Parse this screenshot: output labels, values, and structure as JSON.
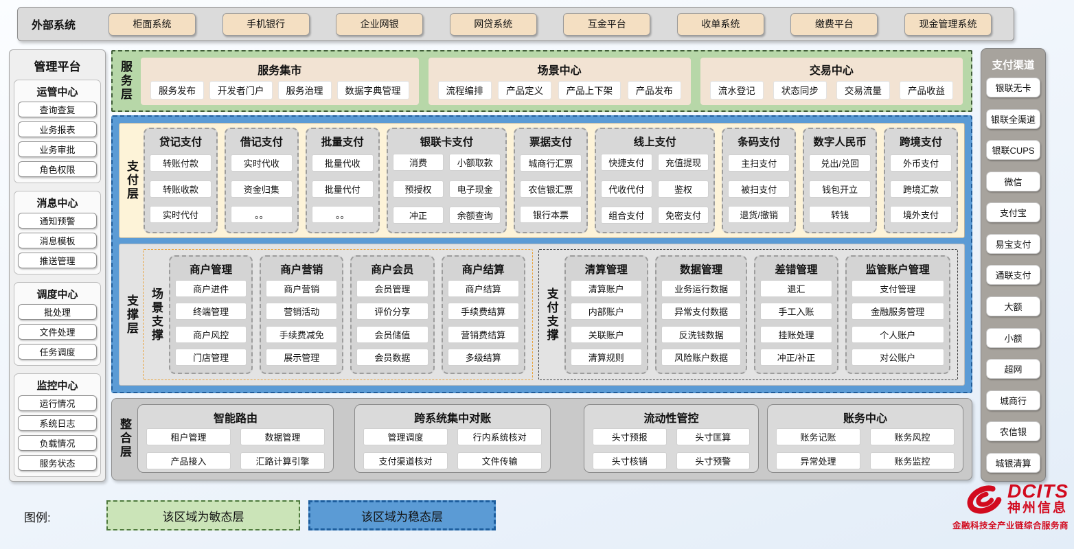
{
  "external": {
    "label": "外部系统",
    "systems": [
      "柜面系统",
      "手机银行",
      "企业网银",
      "网贷系统",
      "互金平台",
      "收单系统",
      "缴费平台",
      "现金管理系统"
    ]
  },
  "left_sidebar": {
    "title": "管理平台",
    "groups": [
      {
        "title": "运管中心",
        "items": [
          "查询查复",
          "业务报表",
          "业务审批",
          "角色权限"
        ]
      },
      {
        "title": "消息中心",
        "items": [
          "通知预警",
          "消息模板",
          "推送管理"
        ]
      },
      {
        "title": "调度中心",
        "items": [
          "批处理",
          "文件处理",
          "任务调度"
        ]
      },
      {
        "title": "监控中心",
        "items": [
          "运行情况",
          "系统日志",
          "负载情况",
          "服务状态"
        ]
      }
    ]
  },
  "service_layer": {
    "label": "服务层",
    "groups": [
      {
        "title": "服务集市",
        "items": [
          "服务发布",
          "开发者门户",
          "服务治理",
          "数据字典管理"
        ]
      },
      {
        "title": "场景中心",
        "items": [
          "流程编排",
          "产品定义",
          "产品上下架",
          "产品发布"
        ]
      },
      {
        "title": "交易中心",
        "items": [
          "流水登记",
          "状态同步",
          "交易流量",
          "产品收益"
        ]
      }
    ]
  },
  "payment_layer": {
    "label": "支付层",
    "columns": [
      {
        "title": "贷记支付",
        "cols": "1",
        "items": [
          "转账付款",
          "转账收款",
          "实时代付"
        ]
      },
      {
        "title": "借记支付",
        "cols": "1",
        "items": [
          "实时代收",
          "资金归集",
          "。。"
        ]
      },
      {
        "title": "批量支付",
        "cols": "1",
        "items": [
          "批量代收",
          "批量代付",
          "。。"
        ]
      },
      {
        "title": "银联卡支付",
        "cols": "2",
        "items": [
          "消费",
          "小额取款",
          "预授权",
          "电子现金",
          "冲正",
          "余额查询"
        ]
      },
      {
        "title": "票据支付",
        "cols": "1",
        "items": [
          "城商行汇票",
          "农信银汇票",
          "银行本票"
        ]
      },
      {
        "title": "线上支付",
        "cols": "2",
        "items": [
          "快捷支付",
          "充值提现",
          "代收代付",
          "鉴权",
          "组合支付",
          "免密支付"
        ]
      },
      {
        "title": "条码支付",
        "cols": "1",
        "items": [
          "主扫支付",
          "被扫支付",
          "退货/撤销"
        ]
      },
      {
        "title": "数字人民币",
        "cols": "1",
        "items": [
          "兑出/兑回",
          "钱包开立",
          "转钱"
        ]
      },
      {
        "title": "跨境支付",
        "cols": "1",
        "items": [
          "外币支付",
          "跨境汇款",
          "境外支付"
        ]
      }
    ]
  },
  "support_layer": {
    "label": "支撑层",
    "scene_support": {
      "label": "场景支撑",
      "columns": [
        {
          "title": "商户管理",
          "w": "",
          "items": [
            "商户进件",
            "终端管理",
            "商户风控",
            "门店管理"
          ]
        },
        {
          "title": "商户营销",
          "w": "",
          "items": [
            "商户营销",
            "营销活动",
            "手续费减免",
            "展示管理"
          ]
        },
        {
          "title": "商户会员",
          "w": "",
          "items": [
            "会员管理",
            "评价分享",
            "会员储值",
            "会员数据"
          ]
        },
        {
          "title": "商户结算",
          "w": "",
          "items": [
            "商户结算",
            "手续费结算",
            "营销费结算",
            "多级结算"
          ]
        }
      ]
    },
    "payment_support": {
      "label": "支付支撑",
      "columns": [
        {
          "title": "清算管理",
          "w": "",
          "items": [
            "清算账户",
            "内部账户",
            "关联账户",
            "清算规则"
          ]
        },
        {
          "title": "数据管理",
          "w": "md",
          "items": [
            "业务运行数据",
            "异常支付数据",
            "反洗钱数据",
            "风险账户数据"
          ]
        },
        {
          "title": "差错管理",
          "w": "",
          "items": [
            "退汇",
            "手工入账",
            "挂账处理",
            "冲正/补正"
          ]
        },
        {
          "title": "监管账户管理",
          "w": "lg",
          "items": [
            "支付管理",
            "金融服务管理",
            "个人账户",
            "对公账户"
          ]
        }
      ]
    }
  },
  "integration_layer": {
    "label": "整合层",
    "groups": [
      {
        "title": "智能路由",
        "items": [
          "租户管理",
          "数据管理",
          "产品接入",
          "汇路计算引擎"
        ]
      },
      {
        "title": "跨系统集中对账",
        "items": [
          "管理调度",
          "行内系统核对",
          "支付渠道核对",
          "文件传输"
        ]
      },
      {
        "title": "流动性管控",
        "items": [
          "头寸预报",
          "头寸匡算",
          "头寸核销",
          "头寸预警"
        ]
      },
      {
        "title": "账务中心",
        "items": [
          "账务记账",
          "账务风控",
          "异常处理",
          "账务监控"
        ]
      }
    ]
  },
  "right_sidebar": {
    "title": "支付渠道",
    "items": [
      "银联无卡",
      "银联全渠道",
      "银联CUPS",
      "微信",
      "支付宝",
      "易宝支付",
      "通联支付",
      "大额",
      "小额",
      "超网",
      "城商行",
      "农信银",
      "城银清算"
    ]
  },
  "legend": {
    "label": "图例:",
    "agile": "该区域为敏态层",
    "stable": "该区域为稳态层"
  },
  "logo": {
    "brand": "DCITS",
    "company": "神州信息",
    "tagline": "金融科技全产业链综合服务商"
  },
  "colors": {
    "agile_green": "#b7d7a8",
    "stable_blue": "#5b9bd5",
    "payment_cream": "#fdf3d8",
    "external_tan": "#f4dfc2",
    "panel_gray": "#d8d8d8",
    "scene_dash_orange": "#e8a33d",
    "brand_red": "#d20a1e"
  }
}
